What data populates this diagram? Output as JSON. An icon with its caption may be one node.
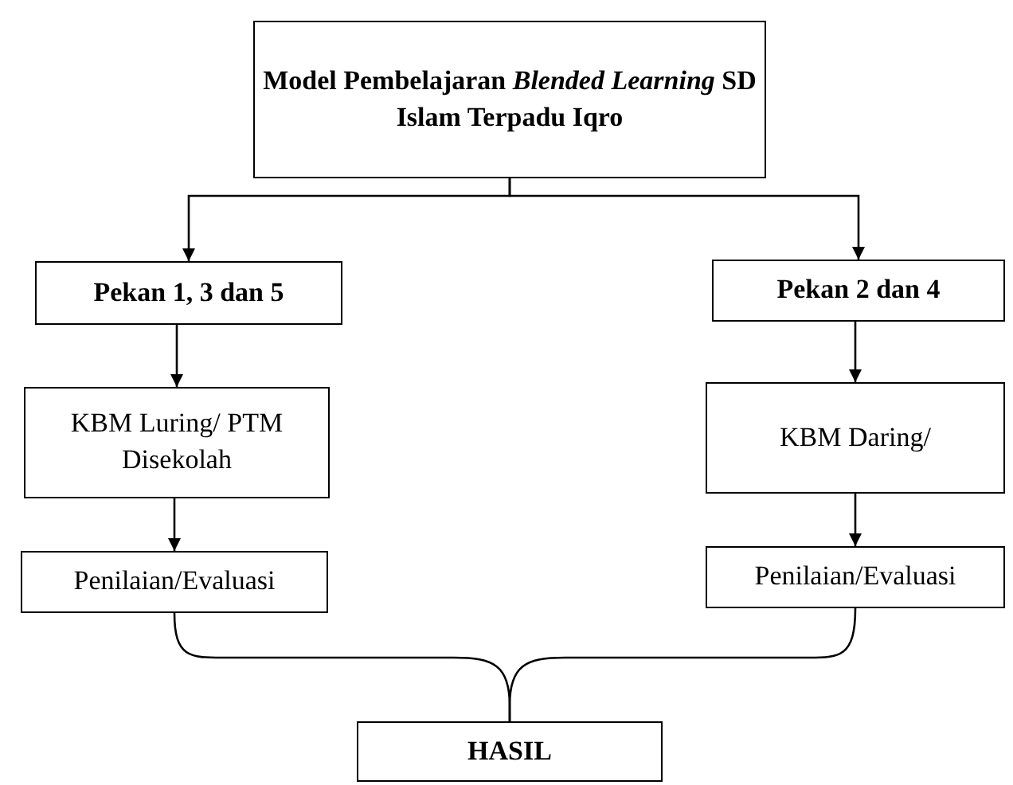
{
  "diagram": {
    "nodes": [
      {
        "text": [
          "Model Pembelajaran *Blended Learning* SD Islam Terpadu Iqro"
        ]
      },
      {
        "text": [
          "Pekan 1, 3 dan 5"
        ]
      },
      {
        "text": [
          "Pekan 2 dan 4"
        ]
      },
      {
        "text": [
          "KBM Luring/ PTM Disekolah"
        ]
      },
      {
        "text": [
          "Penilaian/Evaluasi"
        ]
      },
      {
        "text": [
          "KBM Daring/"
        ]
      },
      {
        "text": [
          "Penilaian/Evaluasi"
        ]
      },
      {
        "text": [
          "HASIL"
        ]
      }
    ],
    "edges": [
      {
        "from": 0,
        "to": 1,
        "arrow": "to"
      },
      {
        "from": 0,
        "to": 2,
        "arrow": "to"
      },
      {
        "from": 1,
        "to": 3,
        "arrow": "to"
      },
      {
        "from": 3,
        "to": 4,
        "arrow": "to"
      },
      {
        "from": 2,
        "to": 5,
        "arrow": "to"
      },
      {
        "from": 5,
        "to": 6,
        "arrow": "to"
      },
      {
        "from": 4,
        "to": 7,
        "arrow": "none"
      },
      {
        "from": 6,
        "to": 7,
        "arrow": "none"
      }
    ]
  }
}
